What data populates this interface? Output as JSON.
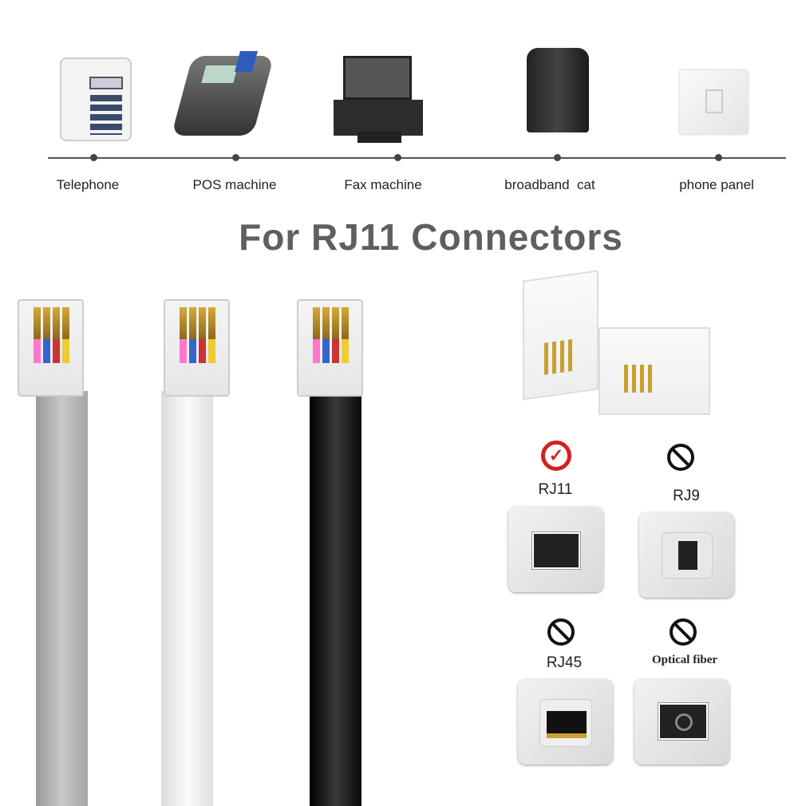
{
  "devices": [
    {
      "label": "Telephone"
    },
    {
      "label": "POS machine"
    },
    {
      "label": "Fax machine"
    },
    {
      "label": "broadband  cat"
    },
    {
      "label": "phone panel"
    }
  ],
  "title": "For RJ11 Connectors",
  "compatibility": [
    {
      "label": "RJ11",
      "status": "supported",
      "icon": "check-circle-icon"
    },
    {
      "label": "RJ9",
      "status": "not-supported",
      "icon": "prohibited-icon"
    },
    {
      "label": "RJ45",
      "status": "not-supported",
      "icon": "prohibited-icon"
    },
    {
      "label": "Optical fiber",
      "status": "not-supported",
      "icon": "prohibited-icon"
    }
  ],
  "colors": {
    "title": "#5f5f63",
    "check": "#d42020",
    "cable_gray": "#b5b5b5",
    "cable_white": "#f0f0f0",
    "cable_black": "#151515"
  }
}
